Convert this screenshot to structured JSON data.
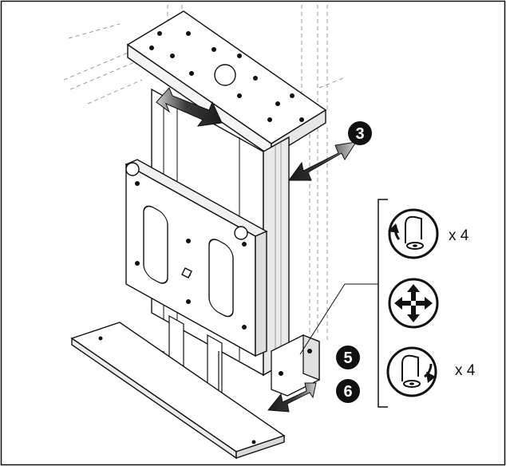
{
  "steps": {
    "step3": "3",
    "step5": "5",
    "step6": "6"
  },
  "bracket_panel": {
    "loosen_count": "x 4",
    "tighten_count": "x 4",
    "loosen_icon": "loosen-screw-counterclockwise-icon",
    "adjust_icon": "four-way-move-icon",
    "tighten_icon": "tighten-screw-clockwise-icon"
  },
  "colors": {
    "line": "#111111",
    "dashed": "#9a9a9a",
    "arrow_dark": "#2b2b2b",
    "arrow_light": "#bfbfbf",
    "badge": "#111111"
  }
}
